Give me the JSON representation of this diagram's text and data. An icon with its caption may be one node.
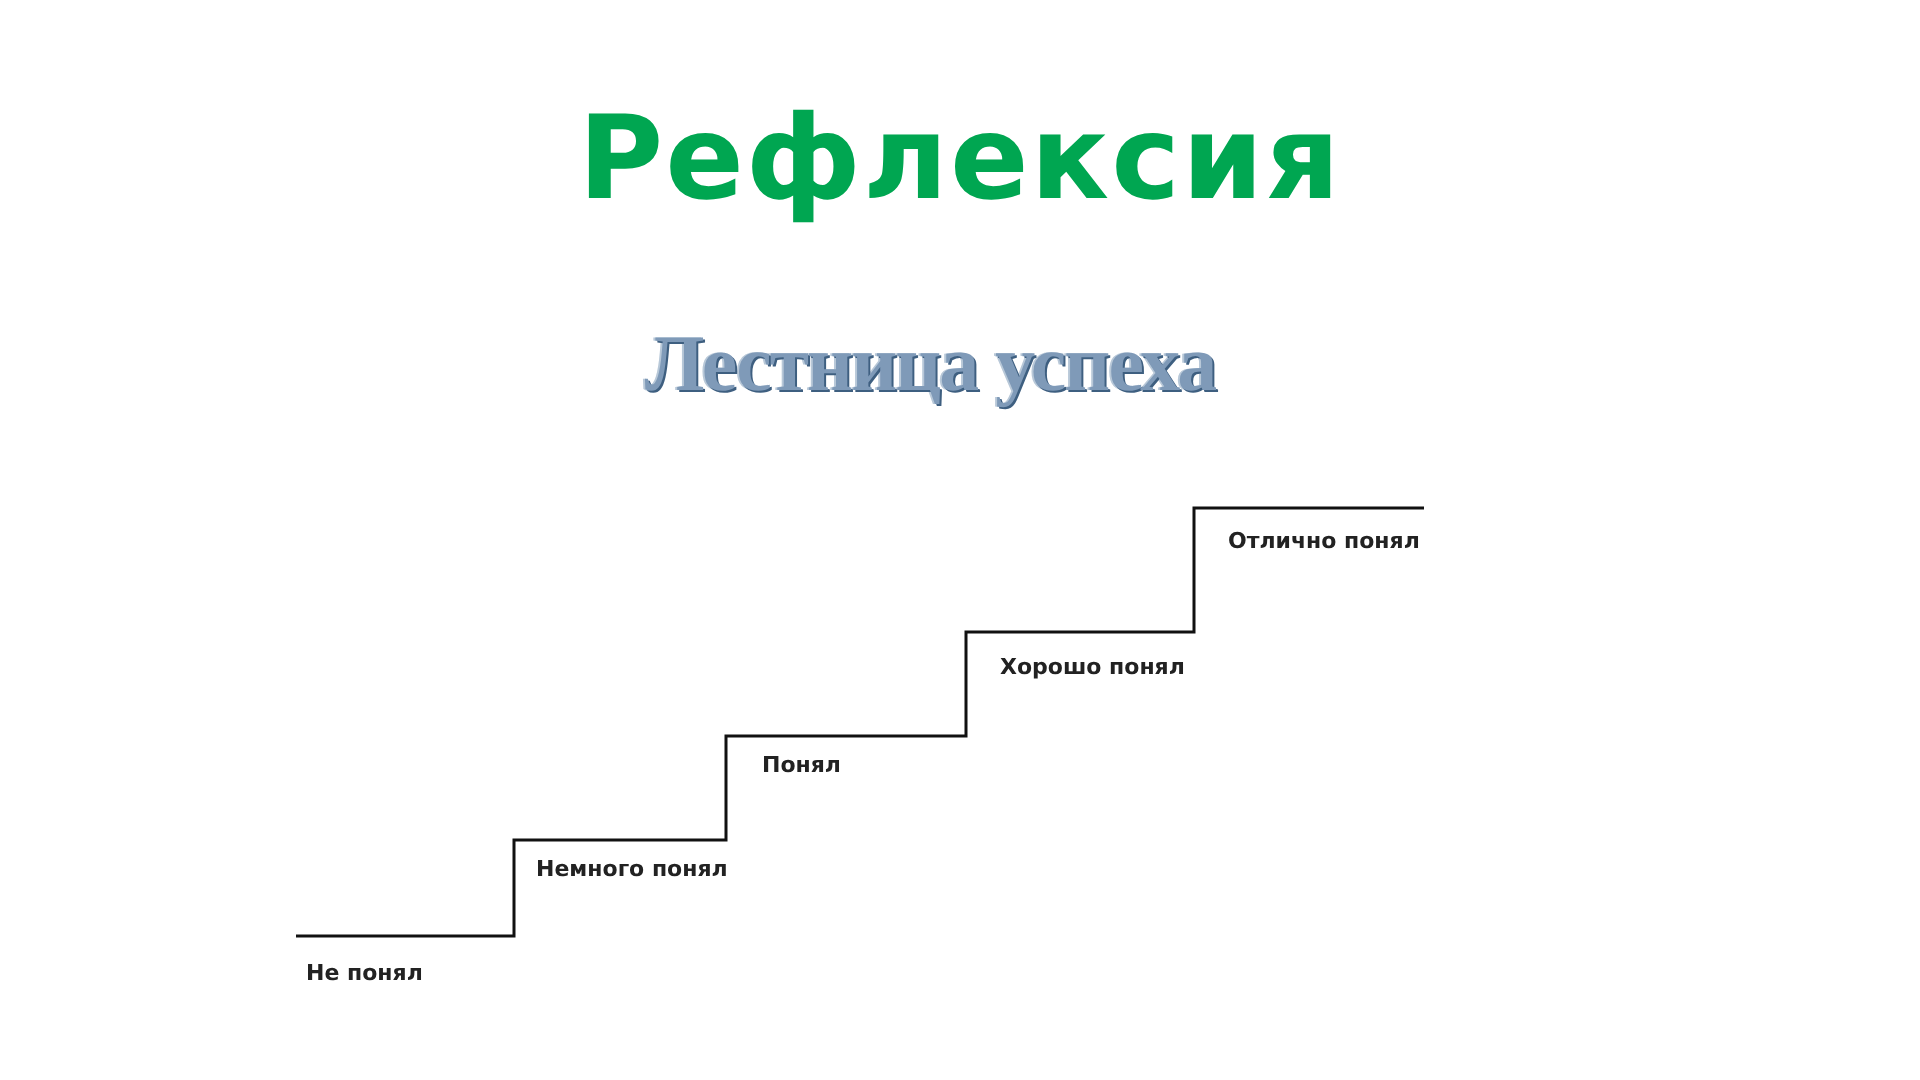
{
  "diagram": {
    "title": "Рефлексия",
    "labels": [
      "Лестница успеха",
      "Не понял",
      "Немного понял",
      "Понял",
      "Хорошо понял",
      "Отлично понял"
    ]
  }
}
